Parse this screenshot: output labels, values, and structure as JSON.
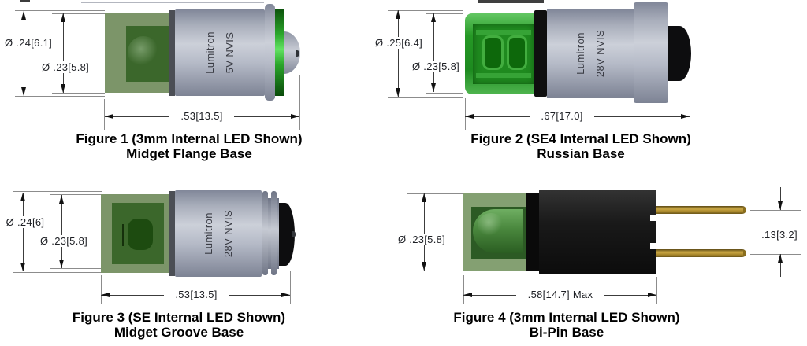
{
  "figures": [
    {
      "caption_line1": "Figure 1 (3mm Internal LED Shown)",
      "caption_line2": "Midget Flange Base",
      "lamp_label_line1": "Lumitron",
      "lamp_label_line2": "5V NVIS",
      "dims": {
        "outer_diameter": "Ø .24[6.1]",
        "lens_diameter": "Ø .23[5.8]",
        "length": ".53[13.5]"
      }
    },
    {
      "caption_line1": "Figure 2 (SE4 Internal LED Shown)",
      "caption_line2": "Russian Base",
      "lamp_label_line1": "Lumitron",
      "lamp_label_line2": "28V NVIS",
      "dims": {
        "outer_diameter": "Ø .25[6.4]",
        "lens_diameter": "Ø .23[5.8]",
        "length": ".67[17.0]"
      }
    },
    {
      "caption_line1": "Figure 3 (SE Internal LED Shown)",
      "caption_line2": "Midget Groove Base",
      "lamp_label_line1": "Lumitron",
      "lamp_label_line2": "28V NVIS",
      "dims": {
        "outer_diameter": "Ø .24[6]",
        "lens_diameter": "Ø .23[5.8]",
        "length": ".53[13.5]"
      }
    },
    {
      "caption_line1": "Figure 4 (3mm Internal LED Shown)",
      "caption_line2": "Bi-Pin Base",
      "dims": {
        "lens_diameter": "Ø .23[5.8]",
        "length": ".58[14.7] Max",
        "pin_spacing": ".13[3.2]"
      }
    }
  ],
  "colors": {
    "lamp_body_gray": "#b7bcc8",
    "lens_sage_green": "#7c9569",
    "lens_dark_green": "#3b672b",
    "led_bright_green": "#2aa52a",
    "base_black": "#0d0d0f",
    "pin_gold": "#b08d28",
    "dimension_line": "#3c3c3c",
    "caption_text": "#000000"
  }
}
